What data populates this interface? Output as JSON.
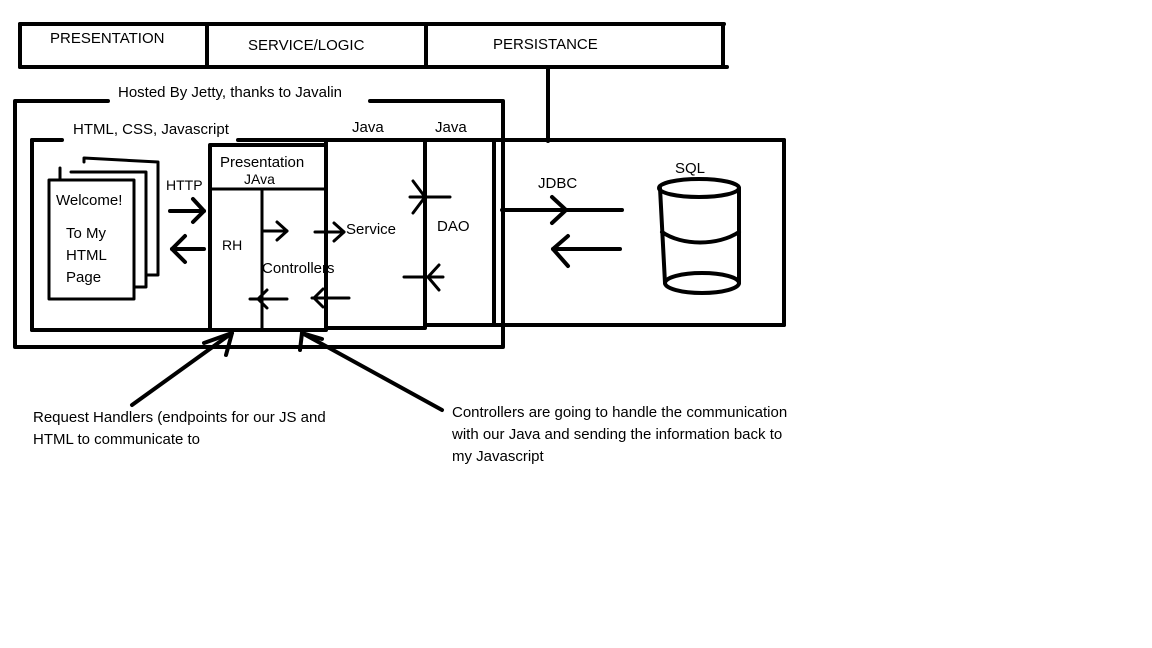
{
  "layers": {
    "presentation": "PRESENTATION",
    "service_logic": "SERVICE/LOGIC",
    "persistance": "PERSISTANCE"
  },
  "host_label": "Hosted By Jetty, thanks to Javalin",
  "frontend": {
    "label": "HTML, CSS, Javascript",
    "page_line1": "Welcome!",
    "page_line2": "To My",
    "page_line3": "HTML",
    "page_line4": "Page",
    "protocol": "HTTP"
  },
  "presentation_box": {
    "title_line1": "Presentation",
    "title_line2": "JAva",
    "rh": "RH",
    "controllers": "Controllers"
  },
  "service_box": {
    "lang": "Java",
    "label": "Service"
  },
  "dao_box": {
    "lang": "Java",
    "label": "DAO"
  },
  "database": {
    "connector": "JDBC",
    "label": "SQL"
  },
  "notes": {
    "request_handlers_line1": "Request Handlers (endpoints for our JS and",
    "request_handlers_line2": "HTML to communicate to",
    "controllers_line1": "Controllers are going to handle the communication",
    "controllers_line2": "with our Java and sending the information back to",
    "controllers_line3": "my Javascript"
  },
  "colors": {
    "ink": "#000000",
    "background": "#ffffff"
  }
}
